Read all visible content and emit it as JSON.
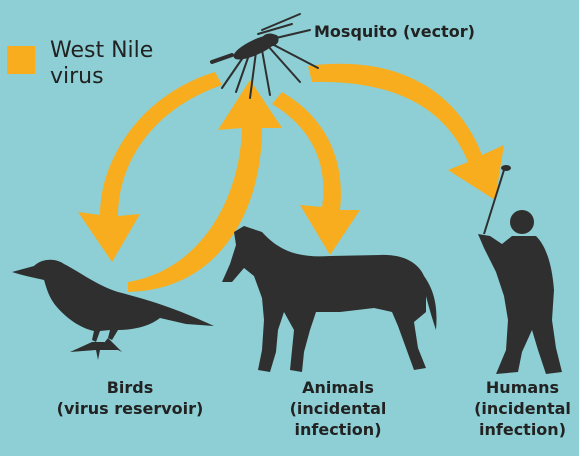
{
  "legend": {
    "line1": "West Nile",
    "line2": "virus",
    "color": "#f8ad1f"
  },
  "labels": {
    "mosquito": "Mosquito (vector)",
    "birds": [
      "Birds",
      "(virus reservoir)"
    ],
    "animals": [
      "Animals",
      "(incidental",
      "infection)"
    ],
    "humans": [
      "Humans",
      "(incidental",
      "infection)"
    ]
  },
  "colors": {
    "background": "#8dcfd4",
    "silhouette": "#2f2f2f",
    "arrow": "#f8ad1f"
  }
}
